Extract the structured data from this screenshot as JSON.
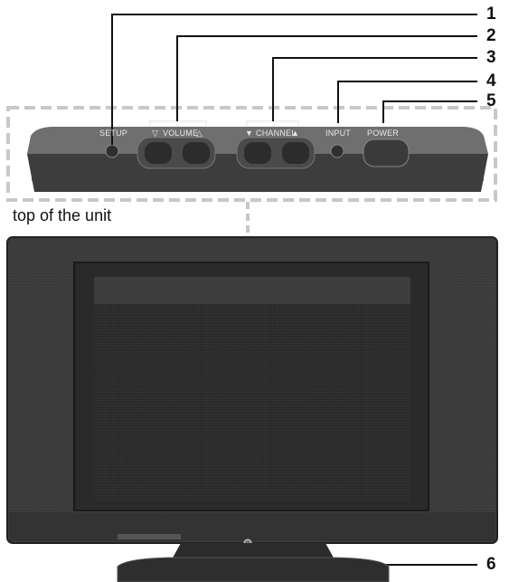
{
  "callouts": {
    "n1": "1",
    "n2": "2",
    "n3": "3",
    "n4": "4",
    "n5": "5",
    "n6": "6"
  },
  "panel": {
    "setup": "SETUP",
    "volume": "VOLUME",
    "channel": "CHANNEL",
    "input": "INPUT",
    "power": "POWER"
  },
  "caption": "top of the unit",
  "colors": {
    "bezel": "#3b3b3b",
    "screen": "#2d2d2d",
    "panel_top": "#6a6a6a",
    "panel_front": "#333333",
    "callout_box": "#c8c8c8"
  }
}
